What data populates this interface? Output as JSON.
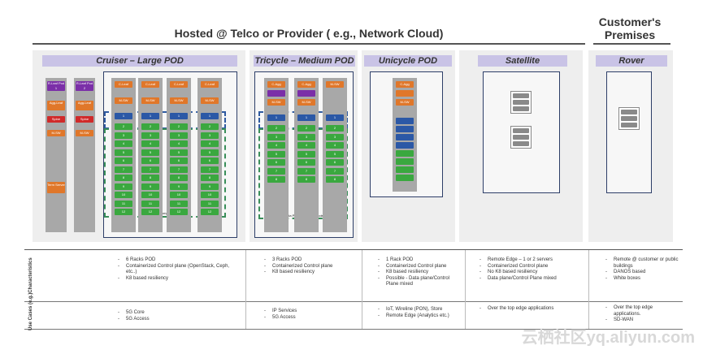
{
  "headers": {
    "hosted": "Hosted @ Telco or Provider ( e.g., Network Cloud)",
    "customer": "Customer's\nPremises"
  },
  "pods": {
    "cruiser": "Cruiser – Large POD",
    "tricycle": "Tricycle – Medium POD",
    "unicycle": "Unicycle POD",
    "satellite": "Satellite",
    "rover": "Rover"
  },
  "chips": {
    "rleaf_pod1": "R-Leaf Pod 1",
    "rleaf_pod2": "R-Leaf Pod 2",
    "agg_leaf": "Agg-Leaf",
    "spine": "Spine",
    "msw": "M-SW",
    "cleaf": "C-Leaf",
    "cagg": "C-Agg",
    "term_server": "Term Server"
  },
  "data_plane_label": "Data Plane Compute Nodes",
  "rows": {
    "characteristics": "Characteristics",
    "use_cases": "Use Cases (e.g.)"
  },
  "characteristics": {
    "cruiser": [
      "6 Racks POD",
      "Containerized Control plane (OpenStack, Ceph, etc..)",
      "K8 based resiliency"
    ],
    "tricycle": [
      "3 Racks POD",
      "Containerized Control plane",
      "K8 based resiliency"
    ],
    "unicycle": [
      "1 Rack POD",
      "Containerized Control plane",
      "K8 based resiliency",
      "Possible - Data plane/Control Plane mixed"
    ],
    "satellite": [
      "Remote Edge – 1 or 2 servers",
      "Containerized Control plane",
      "No K8 based resiliency",
      "Data plane/Control Plane mixed"
    ],
    "rover": [
      "Remote @ customer or public buildings",
      "DANOS based",
      "White boxes"
    ]
  },
  "use_cases": {
    "cruiser": [
      "5G Core",
      "5G Access"
    ],
    "tricycle": [
      "IP Services",
      "5G Access"
    ],
    "unicycle": [
      "IoT, Wireline (PON), Store",
      "Remote Edge (Analytics etc.)"
    ],
    "satellite": [
      "Over the top edge applications"
    ],
    "rover": [
      "Over the top edge applications.",
      "SD-WAN"
    ]
  },
  "watermark": "云栖社区yq.aliyun.com"
}
